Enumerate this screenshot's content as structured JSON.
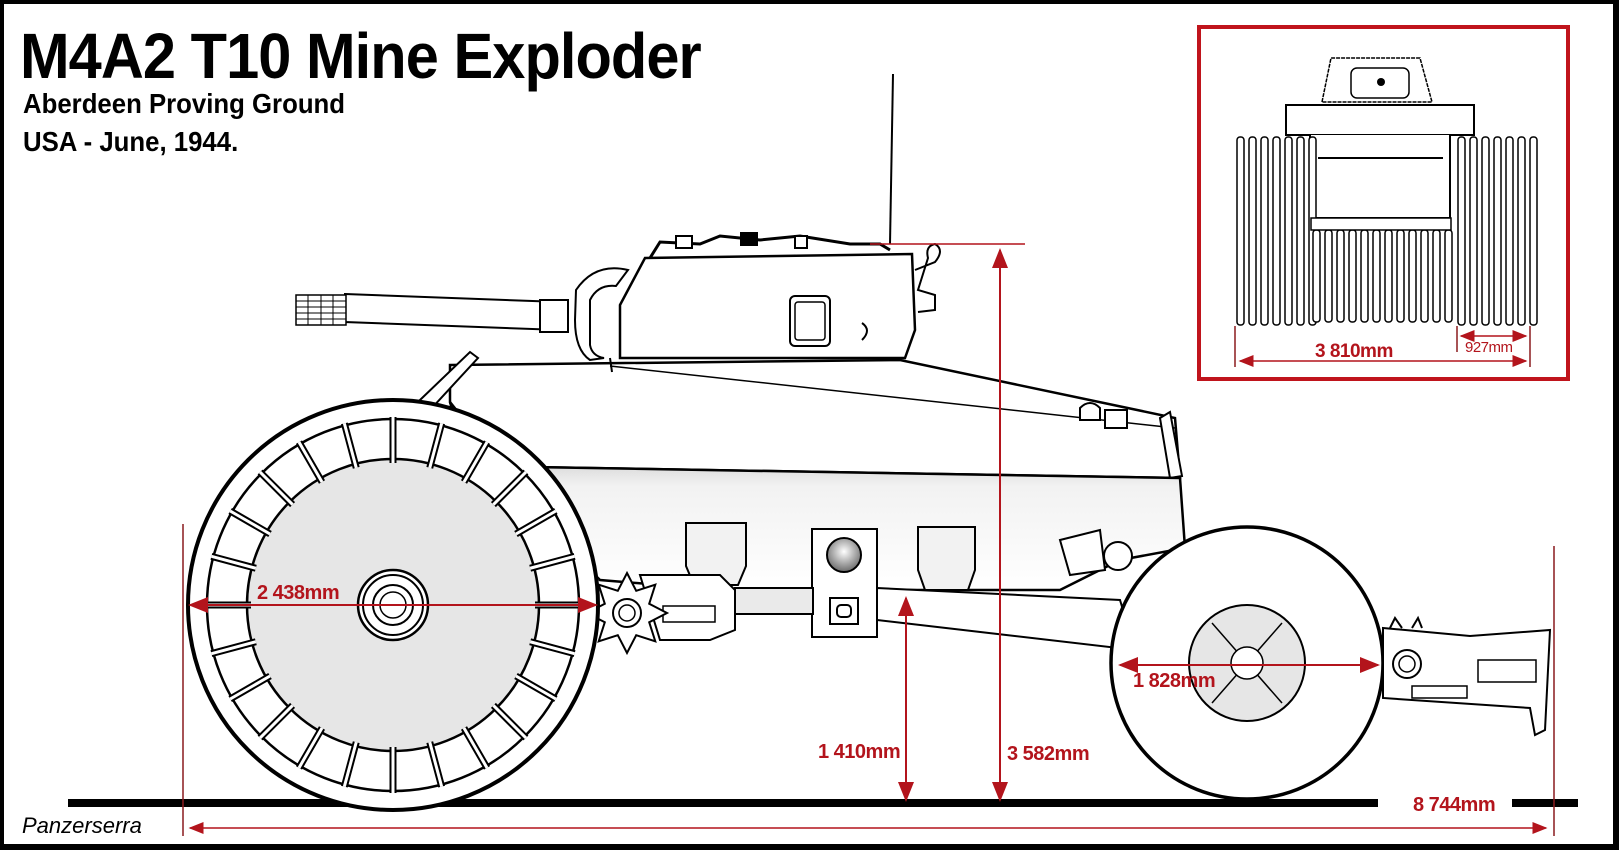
{
  "header": {
    "title": "M4A2 T10 Mine Exploder",
    "subtitle_line1": "Aberdeen Proving Ground",
    "subtitle_line2": "USA - June, 1944."
  },
  "credit": "Panzerserra",
  "colors": {
    "dimension_red": "#b3141c",
    "inset_border": "#c0141c",
    "line": "#000000",
    "background": "#ffffff",
    "wheel_fill": "#e6e6e6"
  },
  "dimensions": {
    "front_roller_diameter": "2 438mm",
    "rear_roller_diameter": "1 828mm",
    "hull_clearance_height": "1 410mm",
    "overall_height": "3 582mm",
    "overall_length": "8 744mm",
    "overall_width": "3 810mm",
    "roller_unit_width": "927mm"
  },
  "views": {
    "side_view": "side-profile",
    "front_view": "front-inset"
  }
}
